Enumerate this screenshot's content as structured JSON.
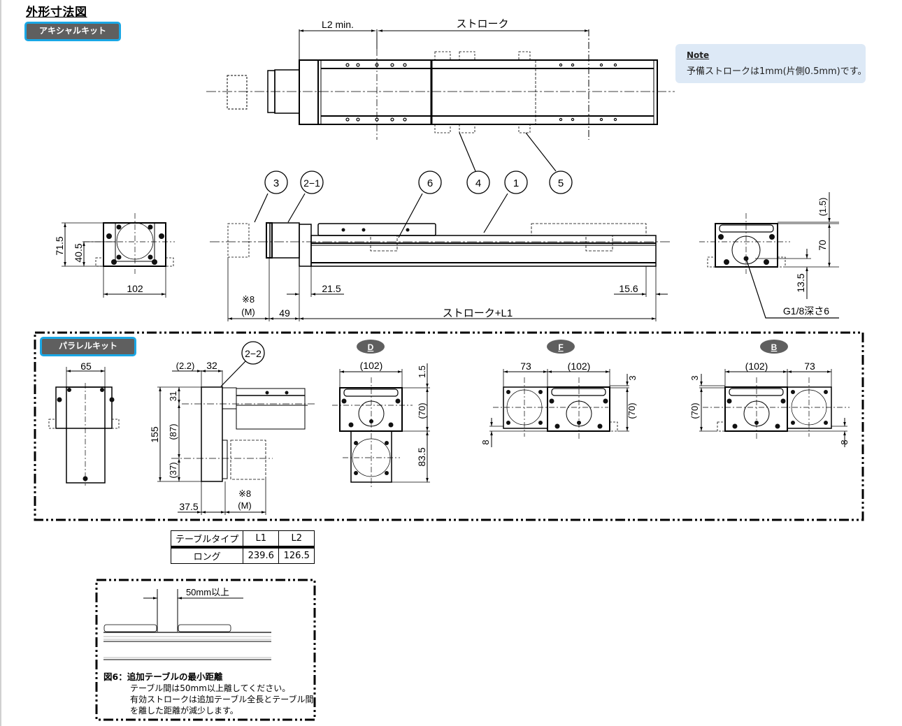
{
  "page": {
    "title": "外形寸法図",
    "axial_kit_label": "アキシャルキット",
    "parallel_kit_label": "パラレルキット"
  },
  "note": {
    "label": "Note",
    "text": "予備ストロークは1mm(片側0.5mm)です。"
  },
  "top_view": {
    "dim_l2": "L2 min.",
    "dim_stroke": "ストローク"
  },
  "callouts": {
    "c3": "3",
    "c2_1": "2−1",
    "c6": "6",
    "c4": "4",
    "c1": "1",
    "c5": "5",
    "c2_2": "2−2"
  },
  "end_view_left": {
    "height_total": "71.5",
    "height_center": "40.5",
    "width": "102"
  },
  "side_view": {
    "dim_21_5": "21.5",
    "dim_15_6": "15.6",
    "dim_m_note": "※8",
    "dim_m": "(M)",
    "dim_49": "49",
    "dim_stroke_l1": "ストローク+L1"
  },
  "end_view_right": {
    "dim_1_5": "(1.5)",
    "dim_70": "70",
    "dim_13_5": "13.5",
    "port_label": "G1/8深さ6"
  },
  "parallel": {
    "front_width": "65",
    "dim_2_2": "(2.2)",
    "dim_32": "32",
    "dim_155": "155",
    "dim_31": "31",
    "dim_87": "(87)",
    "dim_37": "(37)",
    "dim_37_5": "37.5",
    "dim_m_note": "※8",
    "dim_m": "(M)",
    "orientations": [
      {
        "key": "D",
        "dims": [
          "(102)",
          "1.5",
          "(70)",
          "83.5"
        ]
      },
      {
        "key": "F",
        "dims": [
          "73",
          "(102)",
          "3",
          "(70)",
          "8"
        ]
      },
      {
        "key": "B",
        "dims": [
          "(102)",
          "73",
          "3",
          "(70)",
          "8"
        ]
      }
    ]
  },
  "spec_table": {
    "headers": [
      "テーブルタイプ",
      "L1",
      "L2"
    ],
    "rows": [
      [
        "ロング",
        "239.6",
        "126.5"
      ]
    ]
  },
  "figure6": {
    "dim_label": "50mm以上",
    "title": "図6：追加テーブルの最小距離",
    "lines": [
      "テーブル間は50mm以上離してください。",
      "有効ストロークは追加テーブル全長とテーブル間",
      "を離した距離が減少します。"
    ]
  },
  "colors": {
    "badge_bg": "#5f5f5f",
    "badge_border": "#1aa7e5",
    "note_bg": "#dde9f6"
  }
}
